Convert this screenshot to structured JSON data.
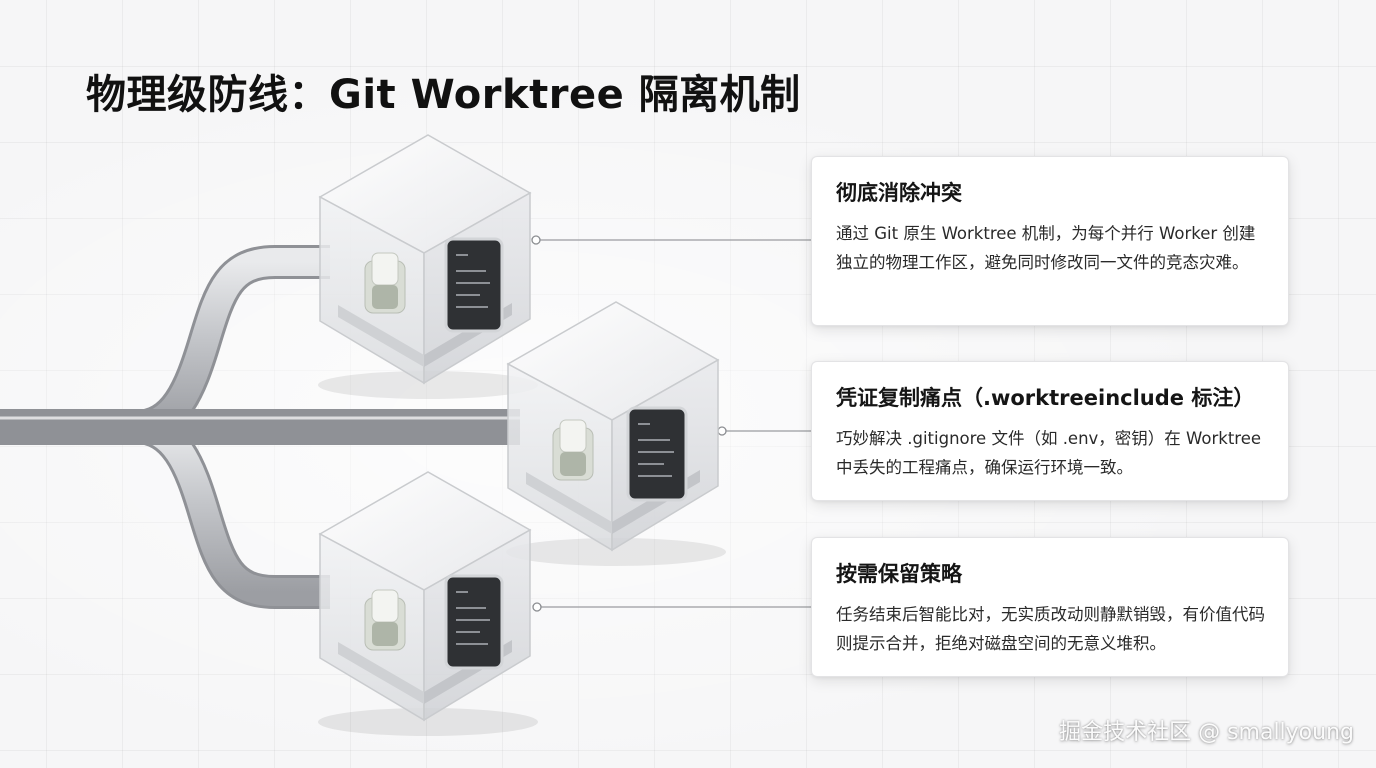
{
  "title": "物理级防线：Git Worktree 隔离机制",
  "cards": [
    {
      "title": "彻底消除冲突",
      "body": "通过 Git 原生 Worktree 机制，为每个并行 Worker 创建独立的物理工作区，避免同时修改同一文件的竞态灾难。"
    },
    {
      "title": "凭证复制痛点（.worktreeinclude 标注）",
      "body": "巧妙解决 .gitignore 文件（如 .env，密钥）在 Worktree 中丢失的工程痛点，确保运行环境一致。"
    },
    {
      "title": "按需保留策略",
      "body": "任务结束后智能比对，无实质改动则静默销毁，有价值代码则提示合并，拒绝对磁盘空间的无意义堆积。"
    }
  ],
  "watermark": "掘金技术社区 @ smallyoung",
  "colors": {
    "title": "#111111",
    "card_bg": "#ffffff",
    "pipe": "#c8c9cc",
    "screen": "#3b3d40",
    "toggle": "#d9ddd5"
  },
  "icons": {
    "cube": "glass-cube-icon",
    "switch": "toggle-switch-icon",
    "screen": "code-screen-icon"
  }
}
